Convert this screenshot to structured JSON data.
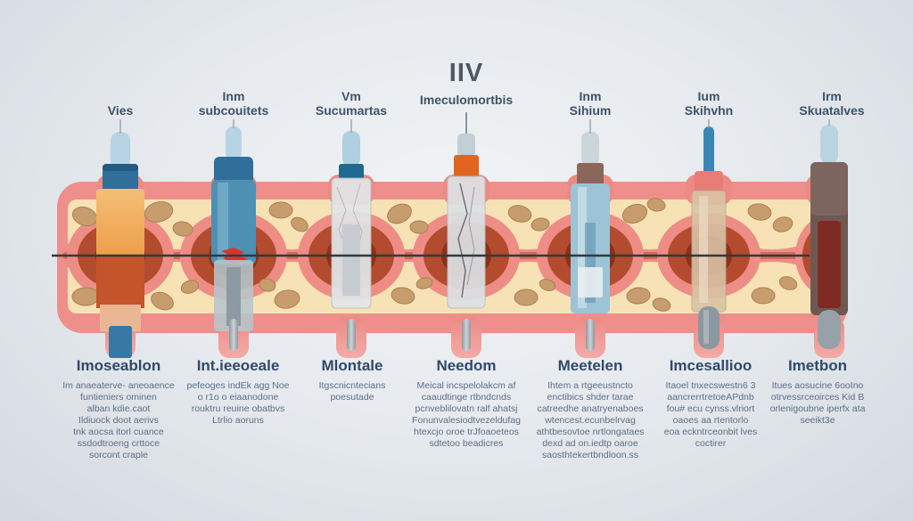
{
  "title": "IIV",
  "palette": {
    "bg_light": "#f1f4f6",
    "bg_dark": "#d3d9df",
    "skin_cream": "#f7e2b5",
    "tissue_pink": "#ef8f8b",
    "channel_salmon": "#ee8d85",
    "deep_red": "#b34b2e",
    "dark_core": "#8e3018",
    "fat_tan": "#c79d6e",
    "line_dark": "#2e3b3e",
    "label_text": "#3e5268",
    "heading_text": "#32486a",
    "body_text": "#5d6e86"
  },
  "columns": [
    {
      "top_label_lines": [
        "Vies"
      ],
      "heading": "Imoseablon",
      "description_lines": [
        "Im anaeaterve- aneoaence",
        "funtieniers ominen",
        "alban kdie.caot",
        "Ildiuock doot aerivs",
        "tnk aocsa itorl cuance",
        "ssdodtroeng crttoce",
        "sorcont craple"
      ]
    },
    {
      "top_label_lines": [
        "Inm",
        "subcouitets"
      ],
      "heading": "Int.ieeoeale",
      "description_lines": [
        "pefeoges indEk agg Noe",
        "o r1o o eiaanodone",
        "rouktru reuine obatbvs",
        "Ltrlio aoruns"
      ]
    },
    {
      "top_label_lines": [
        "Vm",
        "Sucumartas"
      ],
      "heading": "Mlontale",
      "description_lines": [
        "Itgscnicntecians",
        "poesutade"
      ]
    },
    {
      "top_label_lines": [
        "Imeculomortbis"
      ],
      "heading": "Needom",
      "description_lines": [
        "Meical incspelolakcm af",
        "caaudtinge rtbndcnds",
        "pcnveblilovatn ralf ahatsj",
        "Fonunvalesiodtvezeldufag",
        "htexcjo oroe trJfoaoeteos",
        "sdtetoo beadicres"
      ]
    },
    {
      "top_label_lines": [
        "Inm",
        "Sihium"
      ],
      "heading": "Meetelen",
      "description_lines": [
        "Ihtem a rtgeeustncto",
        "enctibics shder tarae",
        "catreedhe anatryenaboes",
        "wtencest.ecunbelrvag",
        "athtbesovtoe nrtlongataes",
        "dexd ad on.iedtp oaroe",
        "saosthtekertbndloon.ss"
      ]
    },
    {
      "top_label_lines": [
        "Ium",
        "Skihvhn"
      ],
      "heading": "Imcesallioo",
      "description_lines": [
        "Itaoel tnxecswestn6 3",
        "aancrerrtretoeAPdnb",
        "fou# ecu cynss.vlriort",
        "oaoes aa rtentorlo",
        "eoa eckntrceonbit lves",
        "coctirer"
      ]
    },
    {
      "top_label_lines": [
        "Irm",
        "Skuatalves"
      ],
      "heading": "Imetbon",
      "description_lines": [
        "Itues aosucine 6ooIno",
        "otrvessrceoirces Kid B",
        "orlenigoubne iperfx ata",
        "seeikt3e"
      ]
    }
  ]
}
